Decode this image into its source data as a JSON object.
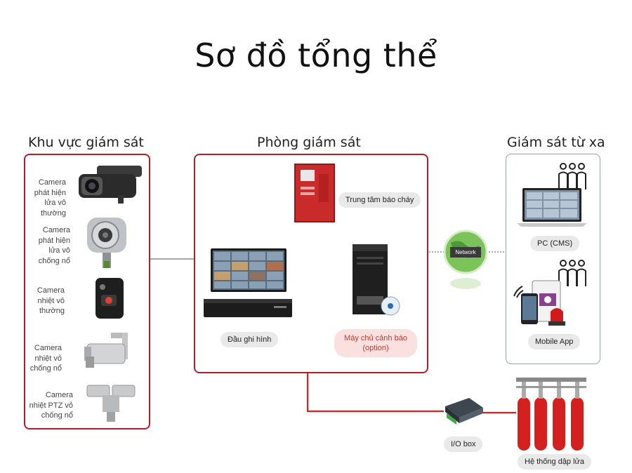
{
  "title": "Sơ đồ tổng thể",
  "sections": {
    "left": "Khu vực giám sát",
    "middle": "Phòng giám sát",
    "right": "Giám sát từ xa"
  },
  "cameras": [
    "Camera phát hiện lửa vô thường",
    "Camera phát hiện lửa vô chống nổ",
    "Camera nhiệt vô thường",
    "Camera nhiệt vỏ chống nổ",
    "Camera nhiệt PTZ vỏ chống nổ"
  ],
  "devices": {
    "fire_center": "Trung tâm báo cháy",
    "recorder": "Đầu ghi hình",
    "alarm_server_line1": "Máy chủ cảnh báo",
    "alarm_server_line2": "(option)",
    "network": "Network",
    "pc_cms": "PC (CMS)",
    "mobile_app": "Mobile App",
    "io_box": "I/O box",
    "suppression": "Hệ thống dập lửa"
  },
  "colors": {
    "accent_red": "#b01e2a",
    "signal_red": "#e02020",
    "panel_gray": "#9aa0a6"
  }
}
